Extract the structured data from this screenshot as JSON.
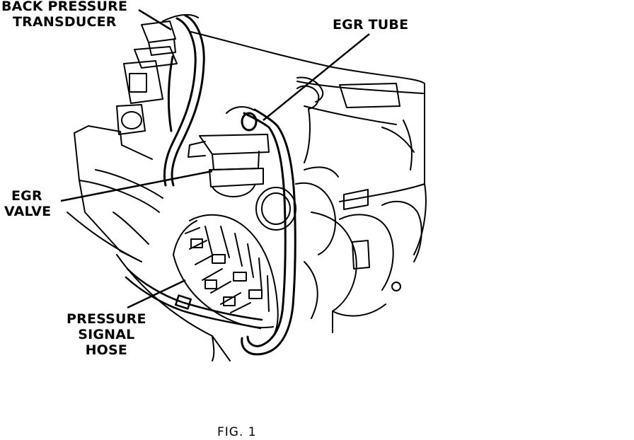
{
  "labels": {
    "back_pressure_transducer": [
      "BACK PRESSURE",
      "TRANSDUCER"
    ],
    "egr_tube": "EGR TUBE",
    "egr_valve": [
      "EGR",
      "VALVE"
    ],
    "pressure_signal_hose": [
      "PRESSURE",
      "SIGNAL",
      "HOSE"
    ]
  },
  "caption": "FIG.  1",
  "colors": {
    "ink": "#000000",
    "background": "#ffffff"
  }
}
